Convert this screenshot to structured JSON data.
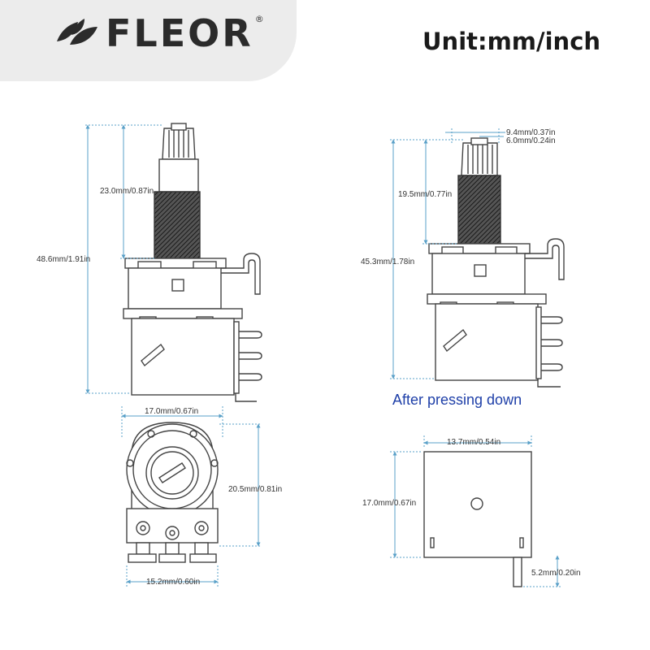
{
  "brand": {
    "name": "FLEOR",
    "trademark": "®"
  },
  "unit_label": "Unit:mm/inch",
  "side_view": {
    "total_height": "48.6mm/1.91in",
    "shaft_length": "23.0mm/0.87in"
  },
  "pressed_view": {
    "total_height": "45.3mm/1.78in",
    "shaft_length": "19.5mm/0.77in",
    "shaft_diameter": "9.4mm/0.37in",
    "knurl_width": "6.0mm/0.24in",
    "caption": "After pressing down"
  },
  "bottom_view": {
    "body_width": "17.0mm/0.67in",
    "body_height": "20.5mm/0.81in",
    "terminal_span": "15.2mm/0.60in"
  },
  "back_view": {
    "width": "13.7mm/0.54in",
    "height": "17.0mm/0.67in",
    "tab_length": "5.2mm/0.20in"
  },
  "colors": {
    "line": "#444444",
    "dimension": "#5aa0c8",
    "caption": "#1e3fa8",
    "knurl": "#3a3a3a"
  }
}
